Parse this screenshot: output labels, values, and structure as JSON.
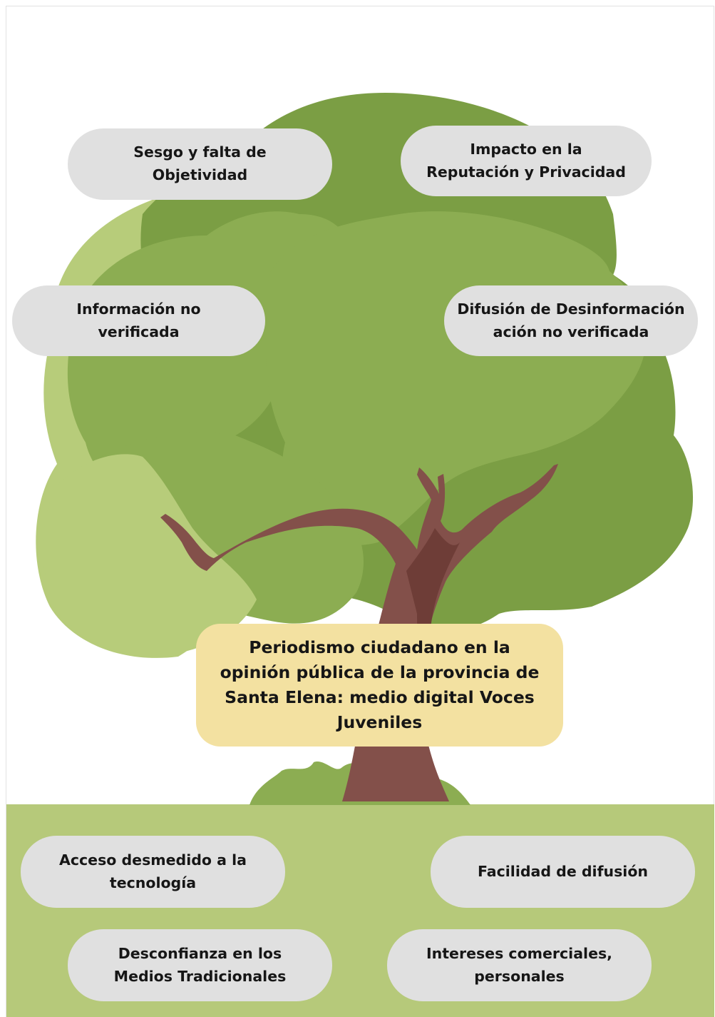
{
  "colors": {
    "background": "#ffffff",
    "ground": "#b6c97a",
    "foliage_light": "#b7cc7a",
    "foliage_mid": "#8cad52",
    "foliage_dark": "#7b9e44",
    "trunk": "#83504a",
    "trunk_shadow": "#6e3d37",
    "pill": "#e0e0e0",
    "center_box": "#f3e1a1",
    "text": "#161616"
  },
  "center": {
    "label": "Periodismo ciudadano en la\nopinión pública de la provincia de\nSanta Elena: medio digital Voces\nJuveniles"
  },
  "effects": [
    {
      "id": "effect-sesgo",
      "label": "Sesgo y falta de\nObjetividad"
    },
    {
      "id": "effect-impacto",
      "label": "Impacto en la\nReputación y Privacidad"
    },
    {
      "id": "effect-informacion",
      "label": "Información no\nverificada"
    },
    {
      "id": "effect-difusion",
      "label": "Difusión de Desinformación\nación no verificada"
    }
  ],
  "causes": [
    {
      "id": "cause-acceso",
      "label": "Acceso desmedido a la\ntecnología"
    },
    {
      "id": "cause-facilidad",
      "label": "Facilidad de difusión"
    },
    {
      "id": "cause-desconfianza",
      "label": "Desconfianza en los\nMedios Tradicionales"
    },
    {
      "id": "cause-intereses",
      "label": "Intereses comerciales,\npersonales"
    }
  ]
}
